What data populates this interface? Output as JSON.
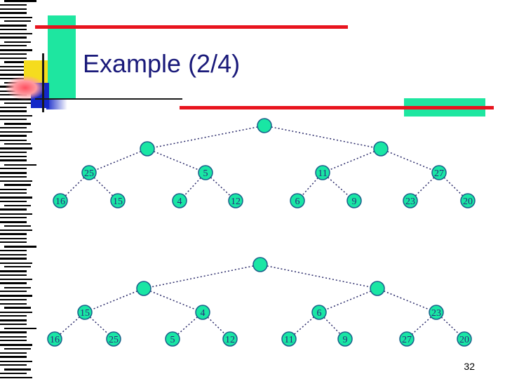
{
  "slide": {
    "title": "Example (2/4)",
    "page_number": "32"
  },
  "colors": {
    "node_fill": "#19e6a4",
    "node_stroke": "#1a5f8a",
    "edge": "#2a2a6a",
    "label": "#2a2a7a",
    "accent_red": "#e8141e",
    "accent_teal": "#1ee6a0",
    "accent_yellow": "#f5dc1e",
    "accent_blue": "#1428c8"
  },
  "trees": [
    {
      "root": "",
      "level1": [
        "",
        ""
      ],
      "level2": [
        "25",
        "5",
        "11",
        "27"
      ],
      "leaves": [
        "16",
        "15",
        "4",
        "12",
        "6",
        "9",
        "23",
        "20"
      ]
    },
    {
      "root": "",
      "level1": [
        "",
        ""
      ],
      "level2": [
        "15",
        "4",
        "6",
        "23"
      ],
      "leaves": [
        "16",
        "25",
        "5",
        "12",
        "11",
        "9",
        "27",
        "20"
      ]
    }
  ]
}
